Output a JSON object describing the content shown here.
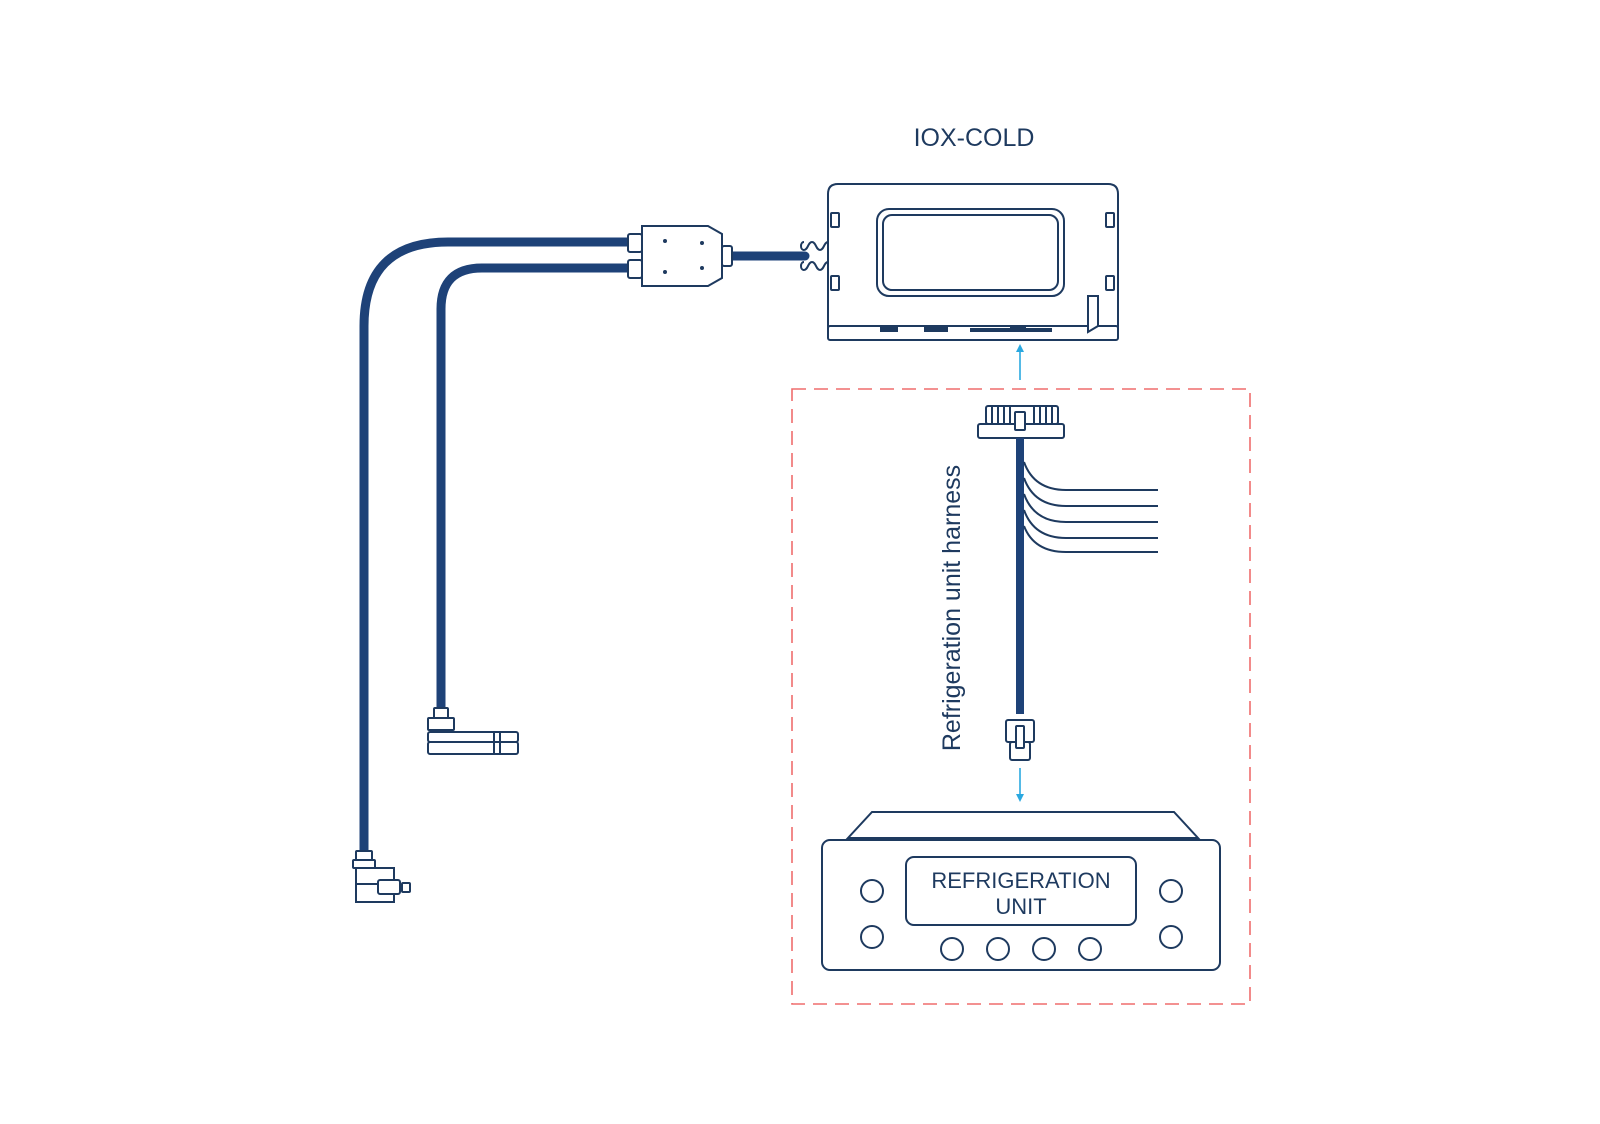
{
  "device": {
    "title": "IOX-COLD"
  },
  "harness": {
    "label": "Refrigeration unit harness"
  },
  "refrigeration_unit": {
    "line1": "REFRIGERATION",
    "line2": "UNIT"
  },
  "colors": {
    "outline": "#1e3a5f",
    "cable": "#1e4278",
    "arrow": "#2aa8e0",
    "dashed_box": "#ef6d6d",
    "background": "#ffffff"
  }
}
